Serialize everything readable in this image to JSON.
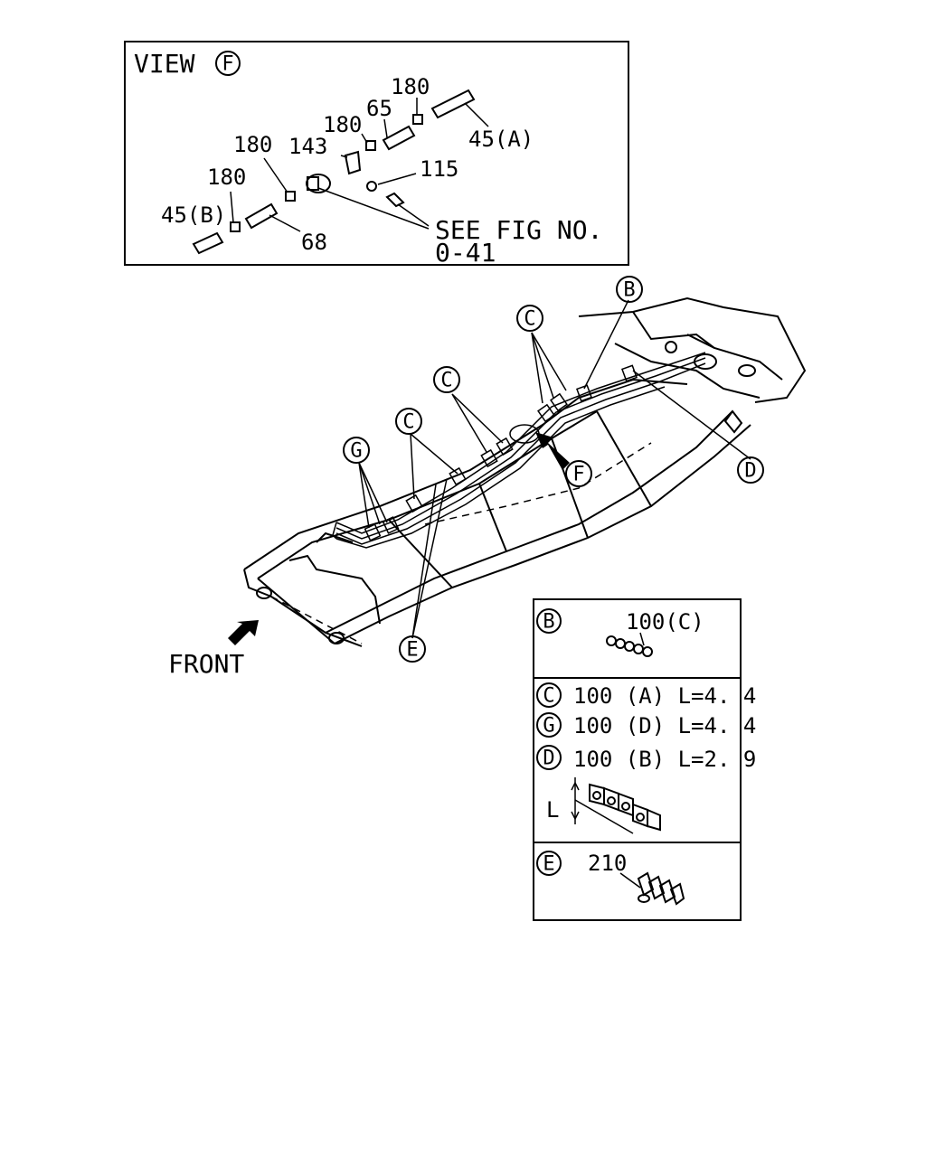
{
  "view_box": {
    "title": "VIEW",
    "title_marker": "F",
    "callouts": {
      "c180_top": "180",
      "c65": "65",
      "c180_mid": "180",
      "c143": "143",
      "c45a": "45(A)",
      "c115": "115",
      "c180_left": "180",
      "c180_lower": "180",
      "c45b": "45(B)",
      "c68": "68"
    },
    "see_fig_line1": "SEE FIG NO.",
    "see_fig_line2": "0-41"
  },
  "main_view": {
    "markers": {
      "b": "B",
      "c1": "C",
      "c2": "C",
      "c3": "C",
      "g": "G",
      "d": "D",
      "f": "F",
      "e": "E"
    },
    "front_label": "FRONT"
  },
  "legend": {
    "b_marker": "B",
    "b_part": "100(C)",
    "rows": [
      {
        "marker": "C",
        "text": "100 (A)  L=4. 4"
      },
      {
        "marker": "G",
        "text": "100 (D)  L=4. 4"
      },
      {
        "marker": "D",
        "text": "100 (B)  L=2. 9"
      }
    ],
    "l_label": "L",
    "e_marker": "E",
    "e_part": "210"
  }
}
